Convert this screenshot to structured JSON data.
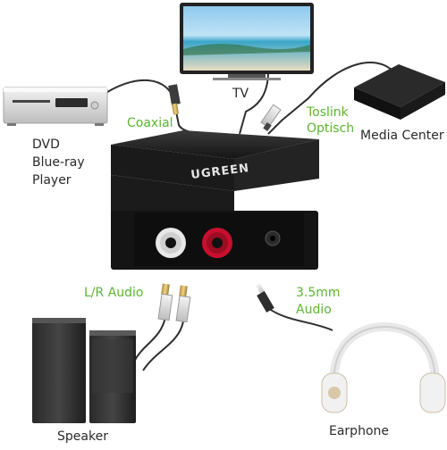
{
  "labels": {
    "coaxial": "Coaxial",
    "toslink": "Toslink",
    "optisch": "Optisch",
    "tv": "TV",
    "media_center": "Media Center",
    "dvd": "DVD",
    "bluray": "Blue-ray",
    "player": "Player",
    "lr_audio": "L/R Audio",
    "mm_35": "3.5mm",
    "audio": "Audio",
    "speaker": "Speaker",
    "earphone": "Earphone"
  },
  "device": {
    "brand": "UGREEN"
  },
  "colors": {
    "accent_green": "#5cb531",
    "text": "#2a2a2a",
    "device_body": "#1c1c1c",
    "rca_red": "#c8102e",
    "rca_white": "#f2f2f2"
  }
}
